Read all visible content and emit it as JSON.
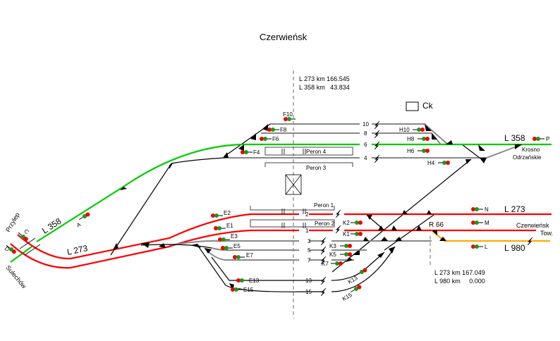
{
  "title": "Czerwieńsk",
  "km_top": {
    "line1": "L 273 km 166.545",
    "line2": "L 358 km   43.834"
  },
  "km_bottom": {
    "line1": "L 273 km 167.049",
    "line2": "L 980 km     0.000"
  },
  "ck": "Ck",
  "r66": "R 66",
  "lines": {
    "l358_right": "L 358",
    "l358_left": "L 358",
    "l273_right": "L 273",
    "l273_left": "L 273",
    "l980": "L 980"
  },
  "destinations": {
    "krosno1": "Krosno",
    "krosno2": "Odrzańskie",
    "czerwiensk_tow1": "Czerwieńsk",
    "czerwiensk_tow2": "Tow.",
    "przylep": "Przylep",
    "sulechow": "Sulechów"
  },
  "platforms": {
    "p1": "Peron 1",
    "p2": "Peron 2",
    "p3": "Peron 3",
    "p4": "Peron 4"
  },
  "tracks": {
    "t10": "10",
    "t8": "8",
    "t6": "6",
    "t4": "4",
    "t2": "2",
    "t1": "1",
    "t3": "3",
    "t5": "5",
    "t7": "7",
    "t13": "13",
    "t15": "15"
  },
  "signals": {
    "F10": "F10",
    "F8": "F8",
    "F6": "F6",
    "F4": "F4",
    "H10": "H10",
    "H8": "H8",
    "H6": "H6",
    "H4": "H4",
    "P": "P",
    "A": "A",
    "C": "C",
    "D": "D",
    "E1": "E1",
    "E2": "E2",
    "E3": "E3",
    "E5": "E5",
    "E7": "E7",
    "E13": "E13",
    "E15": "E15",
    "K1": "K1",
    "K2": "K2",
    "K3": "K3",
    "K5": "K5",
    "K7": "K7",
    "K13": "K13",
    "K15": "K15",
    "N": "N",
    "M": "M",
    "L": "L"
  },
  "colors": {
    "l358": "#00cc00",
    "l273": "#ff0000",
    "l980": "#ffaa00",
    "station_track": "#888888"
  }
}
